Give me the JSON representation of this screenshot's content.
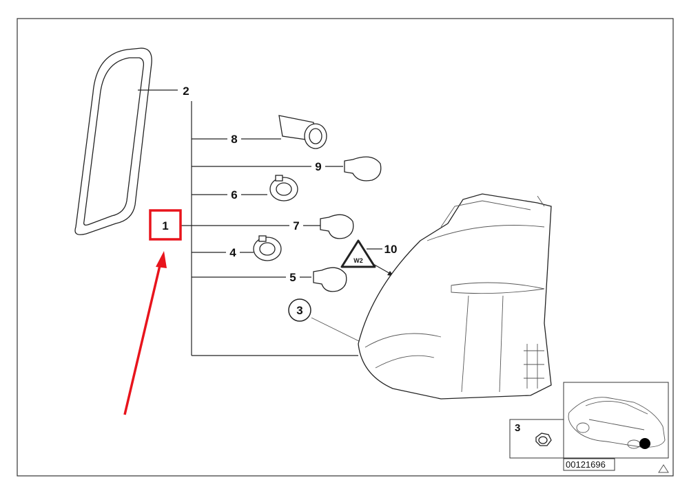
{
  "callouts": {
    "c1": "1",
    "c2": "2",
    "c3": "3",
    "c4": "4",
    "c5": "5",
    "c6": "6",
    "c7": "7",
    "c8": "8",
    "c9": "9",
    "c10": "10"
  },
  "warning_symbol_text": "W2",
  "inset": {
    "callout": "3",
    "diagram_number": "00121696"
  },
  "colors": {
    "highlight": "#e8141c",
    "arrow": "#e8141c",
    "line": "#222222"
  }
}
